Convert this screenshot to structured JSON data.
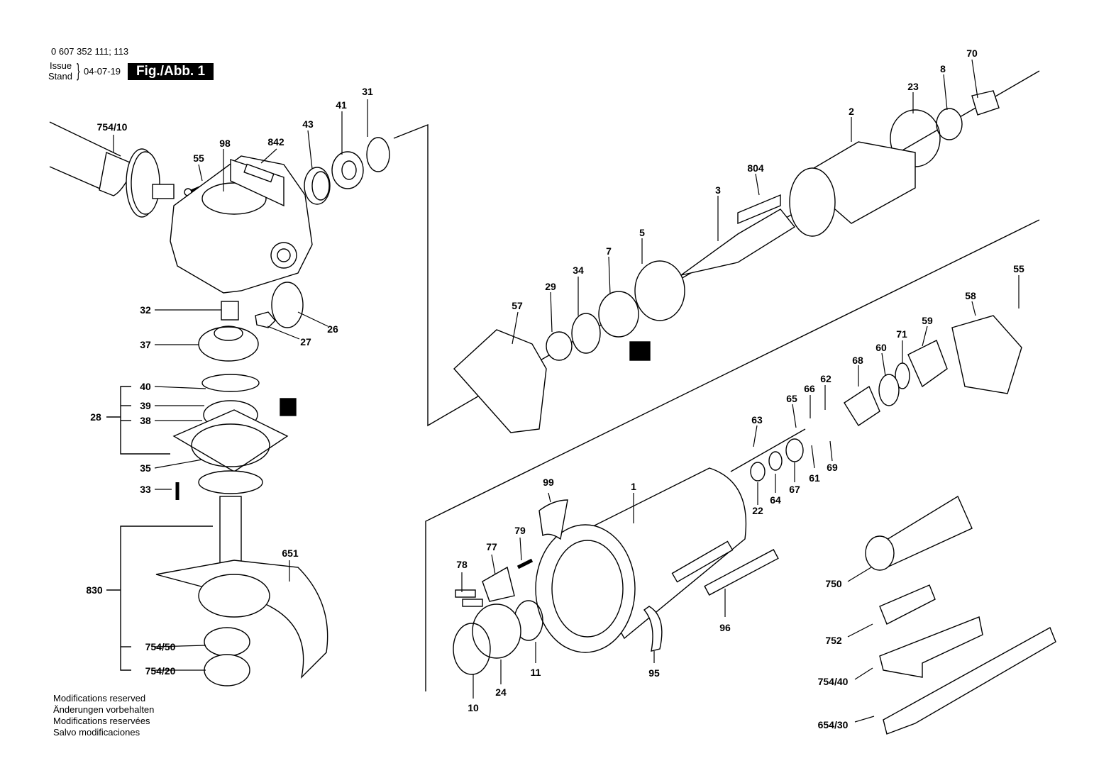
{
  "header": {
    "part_numbers": "0 607 352 111; 113",
    "issue_label": "Issue",
    "stand_label": "Stand",
    "date": "04-07-19",
    "figure": "Fig./Abb. 1"
  },
  "footer_notes": [
    "Modifications reserved",
    "Änderungen vorbehalten",
    "Modifications reservées",
    "Salvo modificaciones"
  ],
  "callouts": {
    "c754_10": "754/10",
    "c55a": "55",
    "c98": "98",
    "c842": "842",
    "c43": "43",
    "c41": "41",
    "c31": "31",
    "c32": "32",
    "c26": "26",
    "c37": "37",
    "c27": "27",
    "c40": "40",
    "c39": "39",
    "c38": "38",
    "c28": "28",
    "c35": "35",
    "c33": "33",
    "c651": "651",
    "c830": "830",
    "c754_50": "754/50",
    "c754_20": "754/20",
    "c70": "70",
    "c8": "8",
    "c23": "23",
    "c2": "2",
    "c804": "804",
    "c3": "3",
    "c5": "5",
    "c7": "7",
    "c34": "34",
    "c29": "29",
    "c57": "57",
    "c55b": "55",
    "c58": "58",
    "c59": "59",
    "c71": "71",
    "c60": "60",
    "c68": "68",
    "c62": "62",
    "c66": "66",
    "c65": "65",
    "c63": "63",
    "c61": "61",
    "c69": "69",
    "c67": "67",
    "c64": "64",
    "c22": "22",
    "c1": "1",
    "c99": "99",
    "c79": "79",
    "c77": "77",
    "c78": "78",
    "c96": "96",
    "c95": "95",
    "c11": "11",
    "c24": "24",
    "c10": "10",
    "c750": "750",
    "c752": "752",
    "c754_40": "754/40",
    "c654_30": "654/30"
  }
}
